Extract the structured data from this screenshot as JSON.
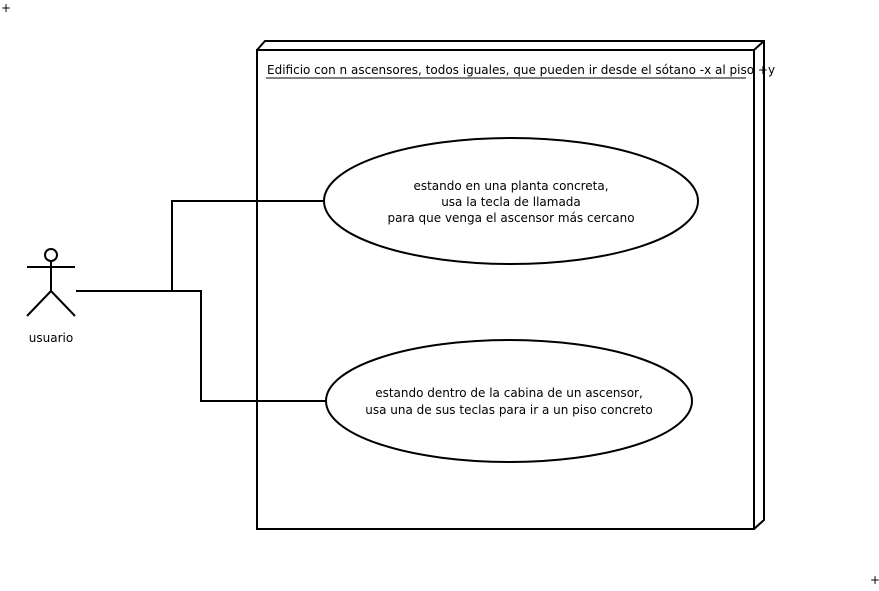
{
  "corner_marks": {
    "top_left": "+",
    "bottom_right": "+"
  },
  "system": {
    "title": "Edificio con n ascensores, todos iguales, que pueden ir desde el sótano -x al piso +y"
  },
  "actor": {
    "label": "usuario"
  },
  "use_cases": [
    {
      "lines": [
        "estando en una planta concreta,",
        "usa la tecla de llamada",
        "para que venga el ascensor más cercano"
      ]
    },
    {
      "lines": [
        "estando dentro de la cabina de un ascensor,",
        "usa una de sus teclas para ir a un piso concreto"
      ]
    }
  ],
  "colors": {
    "stroke": "#000000",
    "background": "#ffffff"
  }
}
